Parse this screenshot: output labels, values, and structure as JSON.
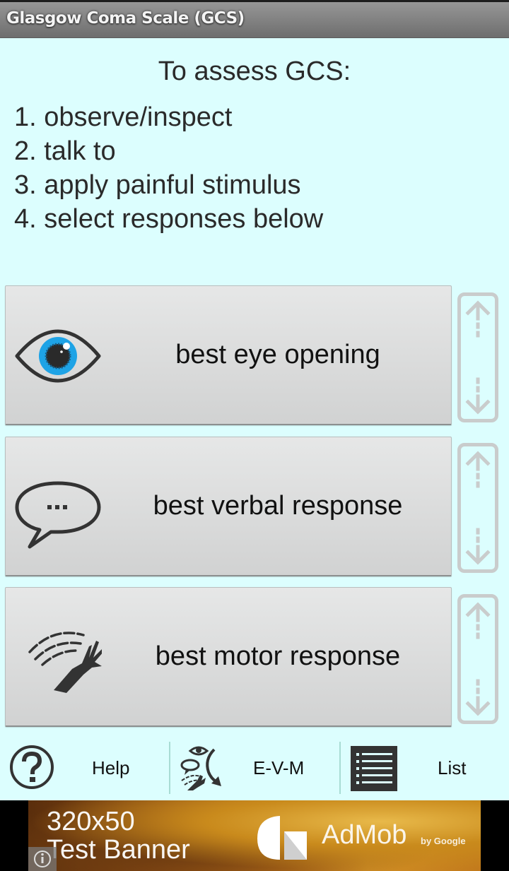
{
  "app": {
    "title": "Glasgow Coma Scale (GCS)"
  },
  "intro": {
    "heading": "To assess GCS:",
    "steps": [
      "1. observe/inspect",
      "2. talk to",
      "3. apply painful stimulus",
      "4. select responses below"
    ]
  },
  "responses": [
    {
      "label": "best eye opening",
      "icon": "eye-icon"
    },
    {
      "label": "best verbal response",
      "icon": "speech-bubble-icon"
    },
    {
      "label": "best motor response",
      "icon": "waving-hand-icon"
    }
  ],
  "steppers": {
    "up_icon": "arrow-up-icon",
    "down_icon": "arrow-down-icon"
  },
  "bottom_bar": {
    "items": [
      {
        "label": "Help",
        "icon": "question-circle-icon"
      },
      {
        "label": "E-V-M",
        "icon": "evm-sequence-icon"
      },
      {
        "label": "List",
        "icon": "list-icon"
      }
    ]
  },
  "ad": {
    "size_text": "320x50",
    "test_text": "Test Banner",
    "brand": "AdMob",
    "by_text": "by Google",
    "info_icon": "info-icon"
  },
  "colors": {
    "background": "#dcfefe",
    "titlebar": "#808080",
    "button_face": "#dcdddd",
    "stepper_outline": "#c9cccc",
    "iris_blue": "#1ea3e6",
    "icon_dark": "#333333",
    "divider": "#a8dcd4"
  }
}
